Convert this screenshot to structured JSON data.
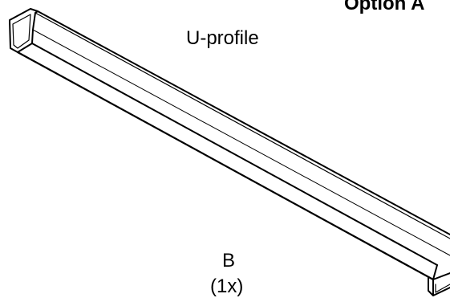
{
  "header": {
    "title": "Option A"
  },
  "part": {
    "name": "U-profile",
    "letter": "B",
    "quantity": "(1x)"
  },
  "colors": {
    "line": "#000000",
    "background": "#ffffff"
  }
}
